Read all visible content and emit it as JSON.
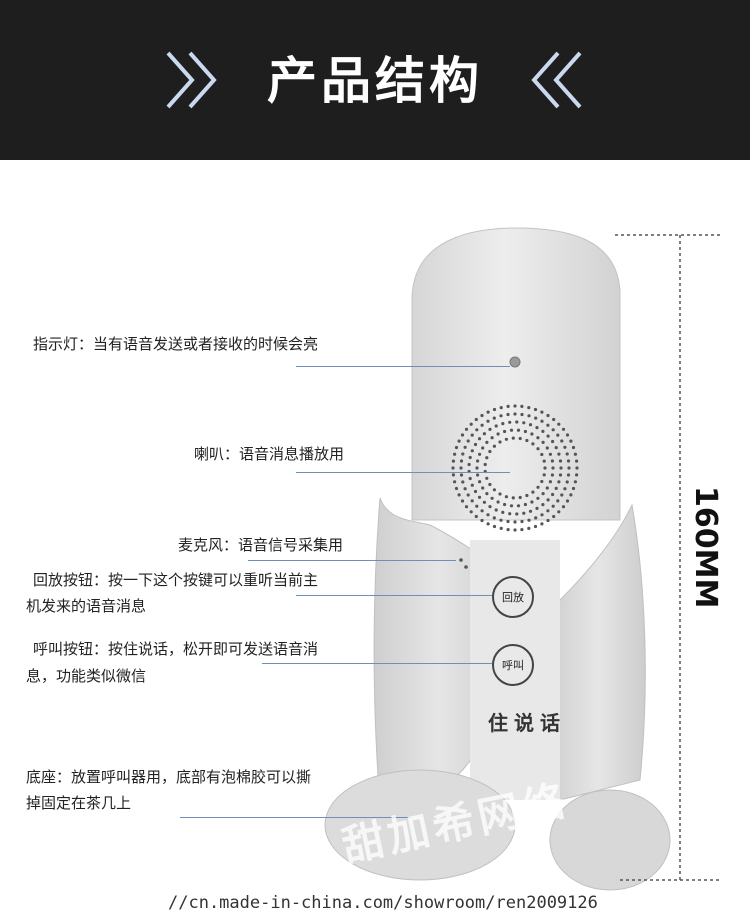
{
  "header": {
    "title": "产品结构"
  },
  "labels": {
    "indicator": "指示灯：当有语音发送或者接收的时候会亮",
    "speaker": "喇叭：语音消息播放用",
    "mic": "麦克风：语音信号采集用",
    "replay_line1": "回放按钮：按一下这个按键可以重听当前主",
    "replay_line2": "机发来的语音消息",
    "call_line1": "呼叫按钮：按住说话，松开即可发送语音消",
    "call_line2": "息，功能类似微信",
    "base_line1": "底座：放置呼叫器用，底部有泡棉胶可以撕",
    "base_line2": "掉固定在茶几上"
  },
  "device": {
    "replay_button": "回放",
    "call_button": "呼叫",
    "sticker": "住说话"
  },
  "dimension": {
    "height_label": "160MM"
  },
  "watermark": {
    "text": "甜加希网络"
  },
  "footer": {
    "url": "//cn.made-in-china.com/showroom/ren2009126"
  },
  "colors": {
    "header_bg": "#1e1e1e",
    "chevron": "#c9d9ef",
    "leader_line": "#6f8fb8",
    "device_body": "#e3e3e3"
  }
}
